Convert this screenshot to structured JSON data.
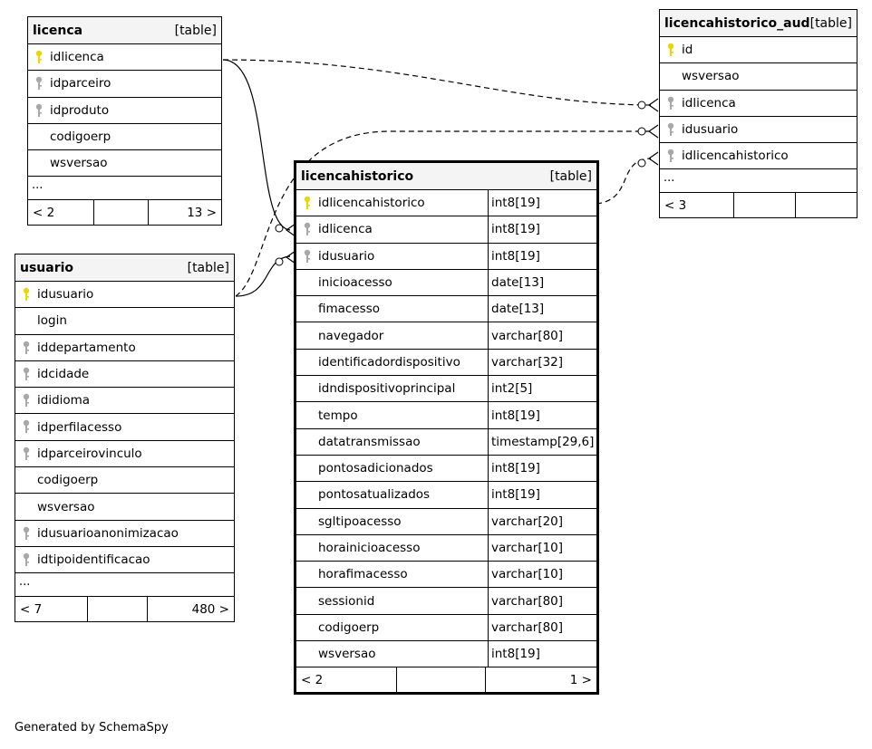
{
  "tables": {
    "licenca": {
      "name": "licenca",
      "type": "[table]",
      "columns": [
        {
          "name": "idlicenca",
          "key": "pk"
        },
        {
          "name": "idparceiro",
          "key": "fk"
        },
        {
          "name": "idproduto",
          "key": "fk"
        },
        {
          "name": "codigoerp",
          "key": ""
        },
        {
          "name": "wsversao",
          "key": ""
        }
      ],
      "more": "...",
      "footer": {
        "left": "< 2",
        "right": "13 >"
      }
    },
    "usuario": {
      "name": "usuario",
      "type": "[table]",
      "columns": [
        {
          "name": "idusuario",
          "key": "pk"
        },
        {
          "name": "login",
          "key": ""
        },
        {
          "name": "iddepartamento",
          "key": "fk"
        },
        {
          "name": "idcidade",
          "key": "fk"
        },
        {
          "name": "ididioma",
          "key": "fk"
        },
        {
          "name": "idperfilacesso",
          "key": "fk"
        },
        {
          "name": "idparceirovinculo",
          "key": "fk"
        },
        {
          "name": "codigoerp",
          "key": ""
        },
        {
          "name": "wsversao",
          "key": ""
        },
        {
          "name": "idusuarioanonimizacao",
          "key": "fk"
        },
        {
          "name": "idtipoidentificacao",
          "key": "fk"
        }
      ],
      "more": "...",
      "footer": {
        "left": "< 7",
        "right": "480 >"
      }
    },
    "licencahistorico": {
      "name": "licencahistorico",
      "type": "[table]",
      "columns": [
        {
          "name": "idlicencahistorico",
          "type": "int8[19]",
          "key": "pk"
        },
        {
          "name": "idlicenca",
          "type": "int8[19]",
          "key": "fk"
        },
        {
          "name": "idusuario",
          "type": "int8[19]",
          "key": "fk"
        },
        {
          "name": "inicioacesso",
          "type": "date[13]",
          "key": ""
        },
        {
          "name": "fimacesso",
          "type": "date[13]",
          "key": ""
        },
        {
          "name": "navegador",
          "type": "varchar[80]",
          "key": ""
        },
        {
          "name": "identificadordispositivo",
          "type": "varchar[32]",
          "key": ""
        },
        {
          "name": "idndispositivoprincipal",
          "type": "int2[5]",
          "key": ""
        },
        {
          "name": "tempo",
          "type": "int8[19]",
          "key": ""
        },
        {
          "name": "datatransmissao",
          "type": "timestamp[29,6]",
          "key": ""
        },
        {
          "name": "pontosadicionados",
          "type": "int8[19]",
          "key": ""
        },
        {
          "name": "pontosatualizados",
          "type": "int8[19]",
          "key": ""
        },
        {
          "name": "sgltipoacesso",
          "type": "varchar[20]",
          "key": ""
        },
        {
          "name": "horainicioacesso",
          "type": "varchar[10]",
          "key": ""
        },
        {
          "name": "horafimacesso",
          "type": "varchar[10]",
          "key": ""
        },
        {
          "name": "sessionid",
          "type": "varchar[80]",
          "key": ""
        },
        {
          "name": "codigoerp",
          "type": "varchar[80]",
          "key": ""
        },
        {
          "name": "wsversao",
          "type": "int8[19]",
          "key": ""
        }
      ],
      "footer": {
        "left": "< 2",
        "right": "1 >"
      }
    },
    "licencahistorico_aud": {
      "name": "licencahistorico_aud",
      "type": "[table]",
      "columns": [
        {
          "name": "id",
          "key": "pk"
        },
        {
          "name": "wsversao",
          "key": ""
        },
        {
          "name": "idlicenca",
          "key": "fk"
        },
        {
          "name": "idusuario",
          "key": "fk"
        },
        {
          "name": "idlicencahistorico",
          "key": "fk"
        }
      ],
      "more": "...",
      "footer": {
        "left": "< 3",
        "right": ""
      }
    }
  },
  "generated_by": "Generated by SchemaSpy",
  "colors": {
    "pk_key": "#e8d800",
    "fk_key": "#a8a8a8",
    "header_bg": "#f4f4f4"
  }
}
